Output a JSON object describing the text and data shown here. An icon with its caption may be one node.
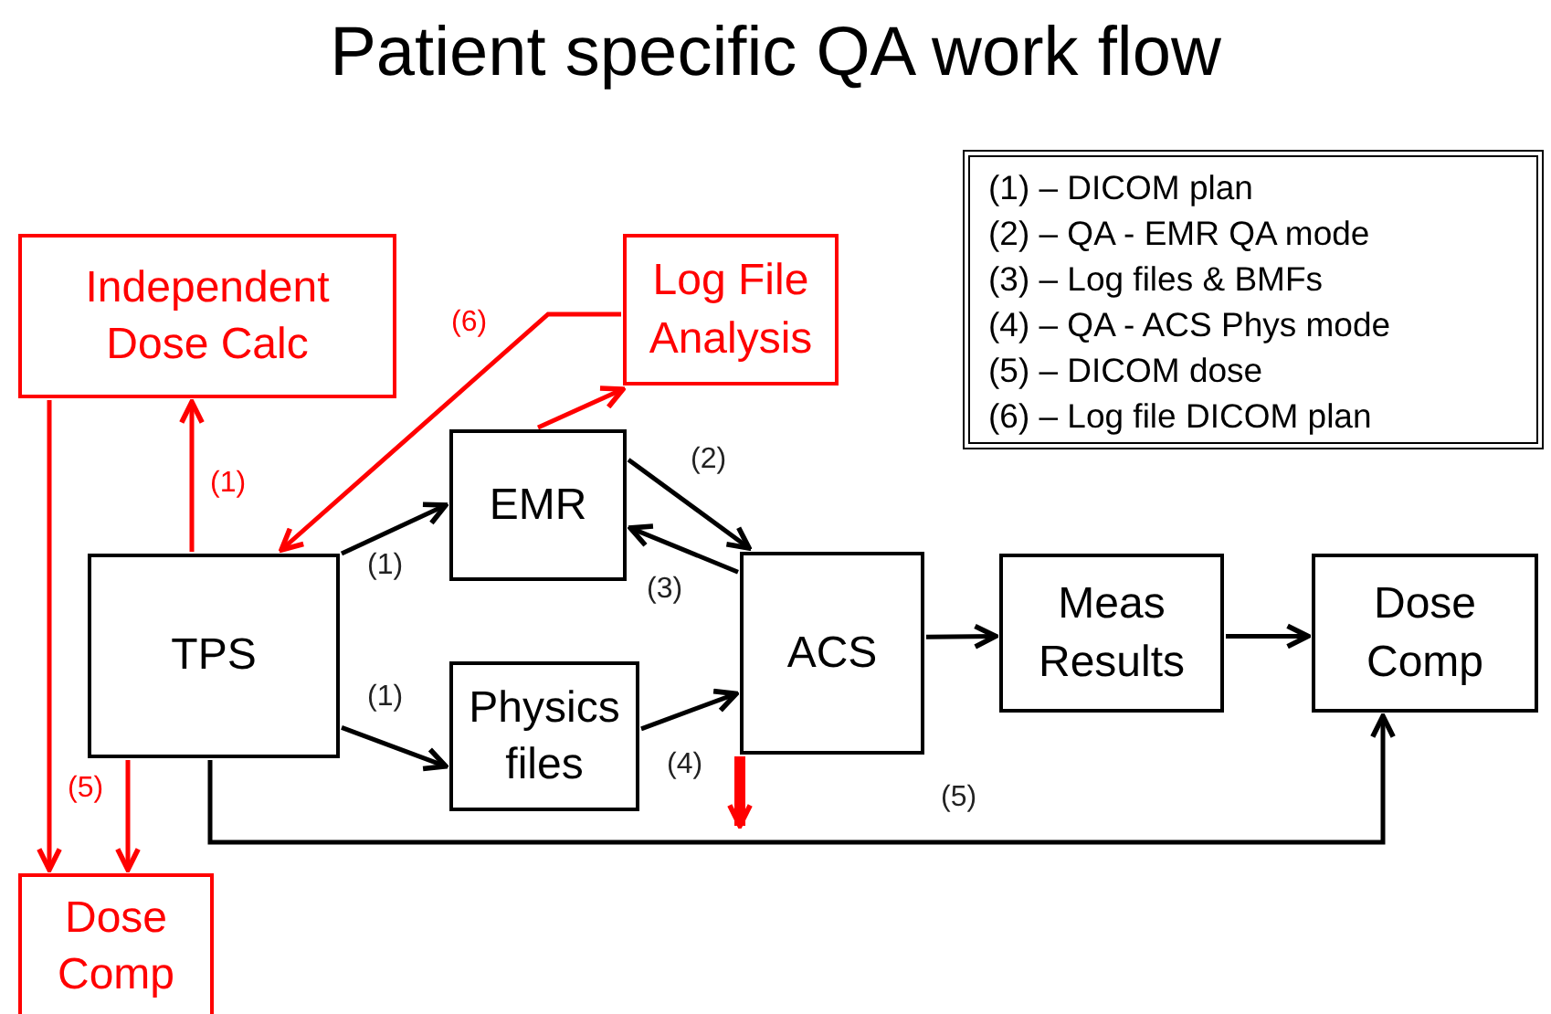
{
  "diagram": {
    "title": "Patient specific QA work flow",
    "nodes": [
      {
        "text": [
          "Independent Dose Calc"
        ]
      },
      {
        "text": [
          "Log File Analysis"
        ]
      },
      {
        "text": [
          "EMR"
        ]
      },
      {
        "text": [
          "TPS"
        ]
      },
      {
        "text": [
          "Physics files"
        ]
      },
      {
        "text": [
          "ACS"
        ]
      },
      {
        "text": [
          "Meas Results"
        ]
      },
      {
        "text": [
          "Dose Comp"
        ]
      },
      {
        "text": [
          "Dose Comp"
        ]
      }
    ],
    "edges": [
      {
        "from": 3,
        "to": 0,
        "arrow": "to",
        "label": "(1)",
        "color": "#ff0000"
      },
      {
        "from": 1,
        "to": 3,
        "arrow": "to",
        "label": "(6)",
        "color": "#ff0000"
      },
      {
        "from": 2,
        "to": 1,
        "arrow": "to",
        "color": "#ff0000"
      },
      {
        "from": 3,
        "to": 2,
        "arrow": "to",
        "label": "(1)"
      },
      {
        "from": 2,
        "to": 5,
        "arrow": "to",
        "label": "(2)"
      },
      {
        "from": 5,
        "to": 2,
        "arrow": "to",
        "label": "(3)"
      },
      {
        "from": 3,
        "to": 4,
        "arrow": "to",
        "label": "(1)"
      },
      {
        "from": 4,
        "to": 5,
        "arrow": "to",
        "label": "(4)"
      },
      {
        "from": 5,
        "to": 6,
        "arrow": "to"
      },
      {
        "from": 6,
        "to": 7,
        "arrow": "to"
      },
      {
        "from": 3,
        "to": 7,
        "arrow": "to",
        "label": "(5)"
      },
      {
        "from": 0,
        "to": 8,
        "arrow": "to",
        "color": "#ff0000"
      },
      {
        "from": 3,
        "to": 8,
        "arrow": "to",
        "label": "(5)",
        "color": "#ff0000"
      },
      {
        "from": 5,
        "to": null,
        "arrow": "to",
        "style": "thick",
        "color": "#ff0000"
      }
    ],
    "legend": [
      {
        "text": "(1) – DICOM plan"
      },
      {
        "text": "(2) – QA - EMR QA mode"
      },
      {
        "text": "(3) – Log files & BMFs"
      },
      {
        "text": "(4) – QA - ACS Phys mode"
      },
      {
        "text": "(5) – DICOM dose"
      },
      {
        "text": "(6) – Log file DICOM plan"
      }
    ]
  }
}
